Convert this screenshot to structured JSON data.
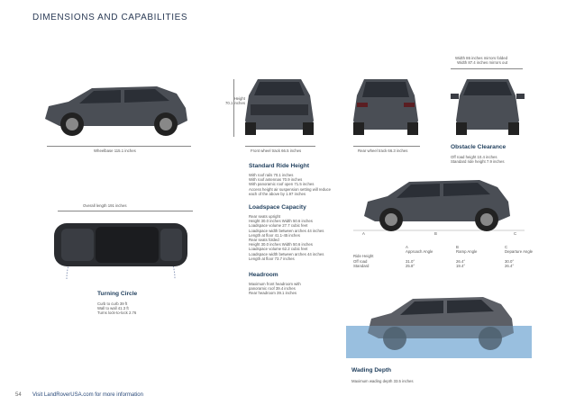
{
  "title": "DIMENSIONS AND CAPABILITIES",
  "width_mirrors": {
    "line1": "Width 86 inches mirrors folded",
    "line2": "Width 87.4 inches mirrors out"
  },
  "height_label": {
    "line1": "Height",
    "line2": "70.1 inches"
  },
  "wheelbase": "Wheelbase 115.1 inches",
  "front_track": "Front wheel track 66.5 inches",
  "rear_track": "Rear wheel track 66.3 inches",
  "overall_length": "Overall length 191 inches",
  "obstacle": {
    "heading": "Obstacle Clearance",
    "lines": [
      "Off road height 10.4 inches",
      "Standard ride height 7.9 inches"
    ]
  },
  "standard_ride": {
    "heading": "Standard Ride Height",
    "lines": [
      "With roof rails 70.1 inches",
      "With roof antennas 70.9 inches",
      "With panoramic roof open 71.5 inches",
      "Access height air suspension setting will reduce",
      "each of the above by 1.97 inches"
    ]
  },
  "loadspace": {
    "heading": "Loadspace Capacity",
    "lines": [
      "Rear seats upright",
      "Height 30.0 inches  Width 50.6 inches",
      "Loadspace volume 27.7 cubic feet",
      "Loadspace width between arches 44 inches",
      "Length at floor 41.1-45 inches",
      "Rear seats folded",
      "Height 30.0 inches  Width 50.6 inches",
      "Loadspace volume 62.2 cubic feet",
      "Loadspace width between arches 44 inches",
      "Length at floor 73.7 inches"
    ]
  },
  "headroom": {
    "heading": "Headroom",
    "lines": [
      "Maximum front headroom with",
      "panoramic roof 39.4 inches",
      "Rear headroom 39.1 inches"
    ]
  },
  "turning": {
    "heading": "Turning Circle",
    "lines": [
      "Curb to curb 39 ft",
      "Wall to wall 41.3 ft",
      "Turns lock-to-lock 2.76"
    ]
  },
  "angles": {
    "markers": [
      "A",
      "B",
      "C"
    ],
    "col_letters": [
      "A",
      "B",
      "C"
    ],
    "col_names": [
      "Approach Angle",
      "Ramp Angle",
      "Departure Angle"
    ],
    "rows": [
      {
        "label": "Ride Height",
        "values": [
          "",
          "",
          ""
        ]
      },
      {
        "label": "Off road",
        "values": [
          "31.0°",
          "26.4°",
          "30.0°"
        ]
      },
      {
        "label": "Standard",
        "values": [
          "25.8°",
          "19.4°",
          "26.4°"
        ]
      }
    ]
  },
  "wading": {
    "heading": "Wading Depth",
    "line": "Maximum wading depth 33.5 inches"
  },
  "footer": {
    "page": "54",
    "link": "Visit LandRoverUSA.com for more information"
  },
  "colors": {
    "car_body": "#4a4e55",
    "car_dark": "#26282c",
    "water": "#8fb8dd",
    "heading": "#1f3e5c"
  }
}
